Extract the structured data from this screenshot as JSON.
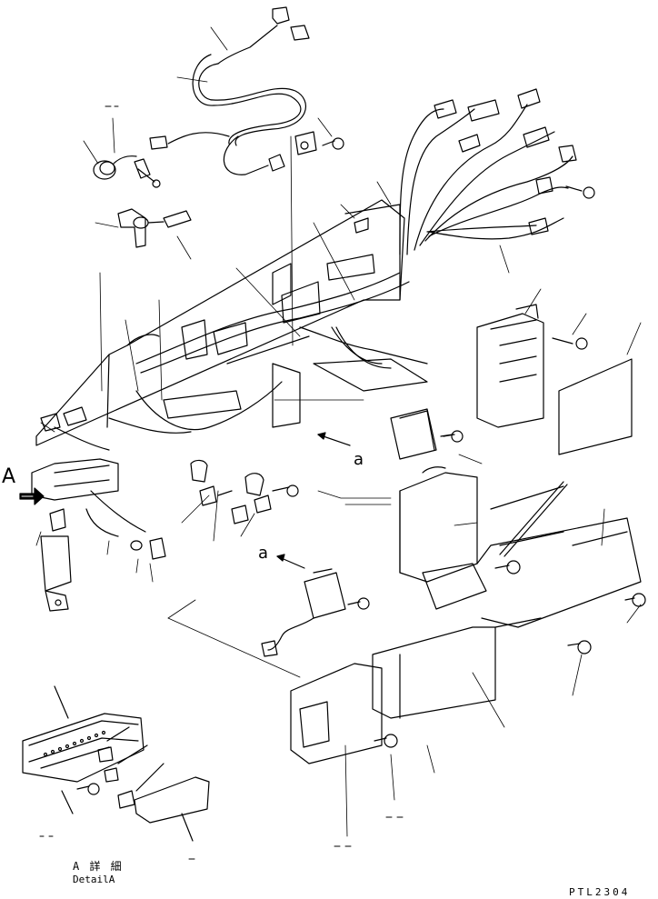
{
  "labels": {
    "view_letter": "A",
    "callout_a_1": "a",
    "callout_a_2": "a",
    "detail_title_ja": "A 詳 細",
    "detail_title_en": "DetailA",
    "drawing_code": "PTL2304"
  },
  "colors": {
    "ink": "#000000",
    "paper": "#ffffff"
  }
}
